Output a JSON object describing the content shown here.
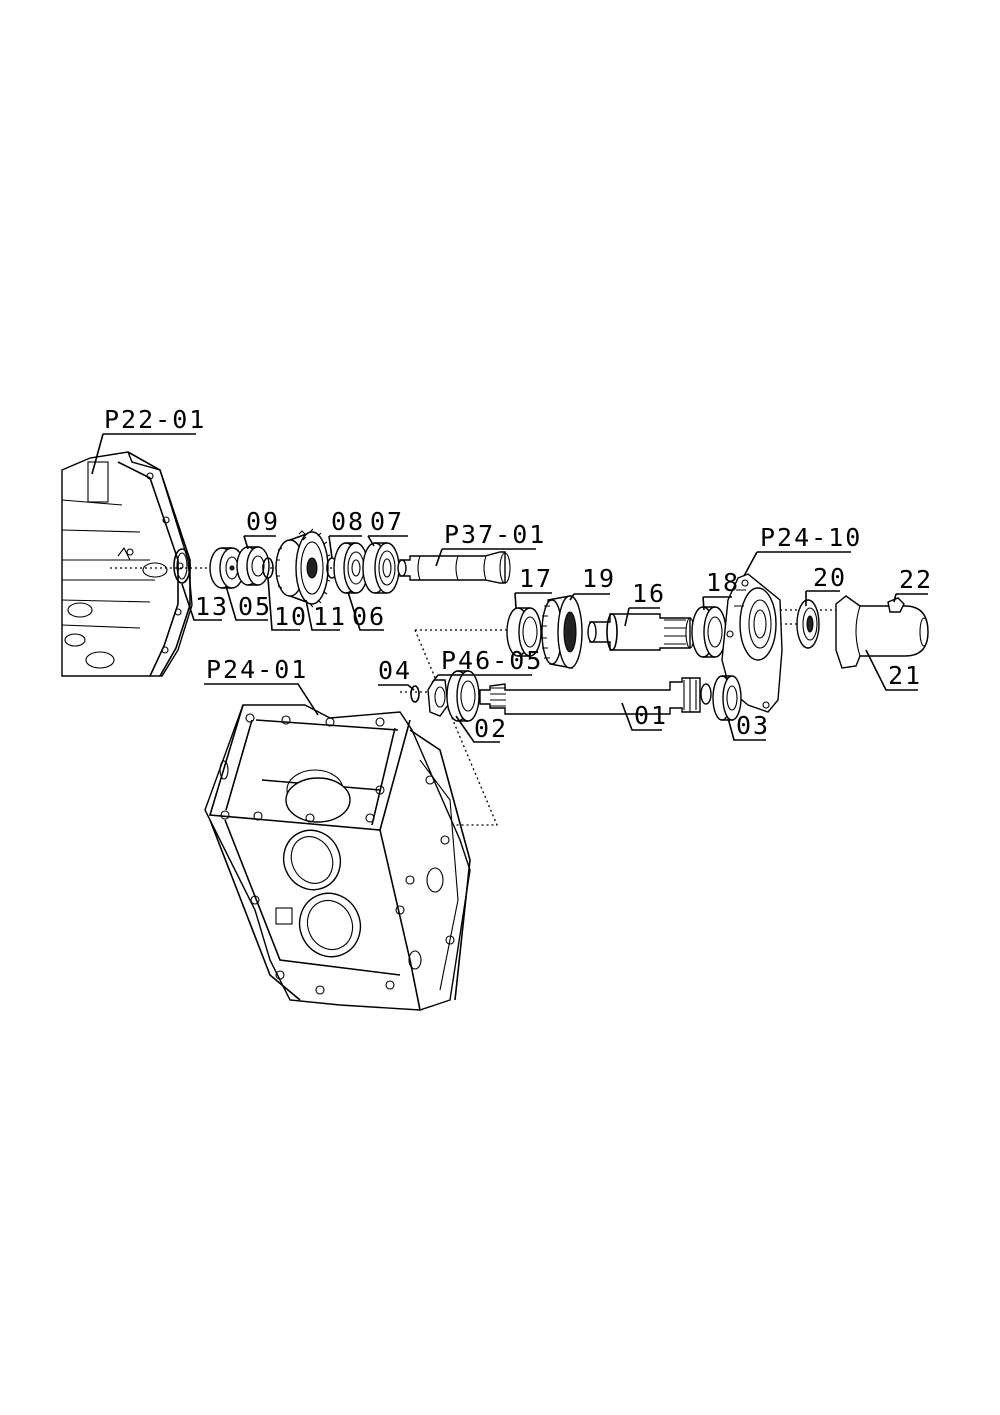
{
  "diagram": {
    "type": "exploded-parts-view",
    "background": "#ffffff",
    "line_color": "#000000",
    "callouts": [
      {
        "id": "P22-01",
        "label": "P22-01",
        "part": "front housing (left)"
      },
      {
        "id": "09",
        "label": "09",
        "part": "bearing"
      },
      {
        "id": "08",
        "label": "08",
        "part": "circlip"
      },
      {
        "id": "07",
        "label": "07",
        "part": "bearing"
      },
      {
        "id": "P37-01",
        "label": "P37-01",
        "part": "shaft"
      },
      {
        "id": "13",
        "label": "13",
        "part": "seal ring"
      },
      {
        "id": "05",
        "label": "05",
        "part": "bearing"
      },
      {
        "id": "10",
        "label": "10",
        "part": "circlip"
      },
      {
        "id": "11",
        "label": "11",
        "part": "gear"
      },
      {
        "id": "06",
        "label": "06",
        "part": "bearing"
      },
      {
        "id": "17",
        "label": "17",
        "part": "bearing"
      },
      {
        "id": "19",
        "label": "19",
        "part": "gear"
      },
      {
        "id": "16",
        "label": "16",
        "part": "splined shaft"
      },
      {
        "id": "18",
        "label": "18",
        "part": "bearing"
      },
      {
        "id": "P24-10",
        "label": "P24-10",
        "part": "bearing cover"
      },
      {
        "id": "20",
        "label": "20",
        "part": "oil seal"
      },
      {
        "id": "22",
        "label": "22",
        "part": "bolt"
      },
      {
        "id": "21",
        "label": "21",
        "part": "shaft cover"
      },
      {
        "id": "P24-01",
        "label": "P24-01",
        "part": "gearbox housing"
      },
      {
        "id": "04",
        "label": "04",
        "part": "circlip"
      },
      {
        "id": "P46-05",
        "label": "P46-05",
        "part": "retainer"
      },
      {
        "id": "02",
        "label": "02",
        "part": "bearing"
      },
      {
        "id": "01",
        "label": "01",
        "part": "output shaft"
      },
      {
        "id": "03",
        "label": "03",
        "part": "bearing"
      }
    ]
  }
}
